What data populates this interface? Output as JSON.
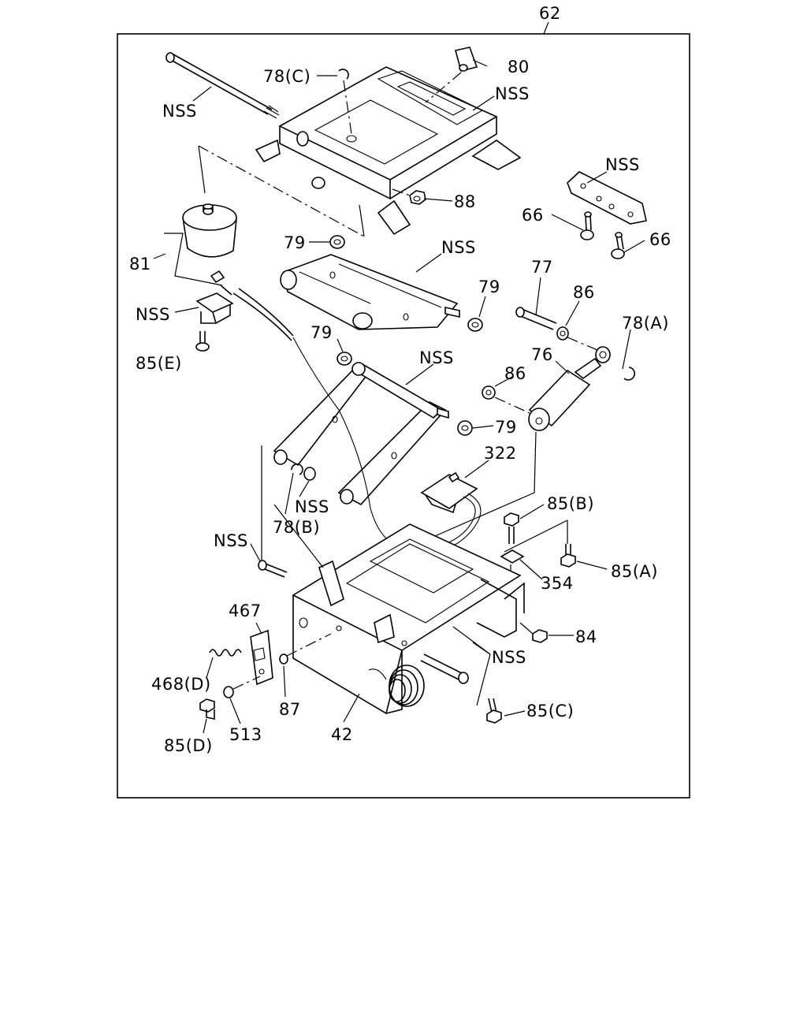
{
  "diagram": {
    "reference": "62",
    "callouts": [
      {
        "id": "nss-seat-rod",
        "text": "NSS"
      },
      {
        "id": "c78c",
        "text": "78(C)"
      },
      {
        "id": "c80",
        "text": "80"
      },
      {
        "id": "nss-upper-frame",
        "text": "NSS"
      },
      {
        "id": "nss-bracket",
        "text": "NSS"
      },
      {
        "id": "c88",
        "text": "88"
      },
      {
        "id": "c66-left",
        "text": "66"
      },
      {
        "id": "c66-right",
        "text": "66"
      },
      {
        "id": "c79-a",
        "text": "79"
      },
      {
        "id": "nss-upper-arm",
        "text": "NSS"
      },
      {
        "id": "c81",
        "text": "81"
      },
      {
        "id": "c79-b",
        "text": "79"
      },
      {
        "id": "c77",
        "text": "77"
      },
      {
        "id": "c86-a",
        "text": "86"
      },
      {
        "id": "c78a",
        "text": "78(A)"
      },
      {
        "id": "nss-clip",
        "text": "NSS"
      },
      {
        "id": "c85e",
        "text": "85(E)"
      },
      {
        "id": "c79-c",
        "text": "79"
      },
      {
        "id": "nss-lower-arm",
        "text": "NSS"
      },
      {
        "id": "c76",
        "text": "76"
      },
      {
        "id": "c86-b",
        "text": "86"
      },
      {
        "id": "c79-d",
        "text": "79"
      },
      {
        "id": "c322",
        "text": "322"
      },
      {
        "id": "nss-bushing",
        "text": "NSS"
      },
      {
        "id": "c78b",
        "text": "78(B)"
      },
      {
        "id": "c85b",
        "text": "85(B)"
      },
      {
        "id": "nss-pin",
        "text": "NSS"
      },
      {
        "id": "c354",
        "text": "354"
      },
      {
        "id": "c85a",
        "text": "85(A)"
      },
      {
        "id": "c467",
        "text": "467"
      },
      {
        "id": "c84",
        "text": "84"
      },
      {
        "id": "nss-shaft",
        "text": "NSS"
      },
      {
        "id": "c468d",
        "text": "468(D)"
      },
      {
        "id": "c87",
        "text": "87"
      },
      {
        "id": "c85c",
        "text": "85(C)"
      },
      {
        "id": "c85d",
        "text": "85(D)"
      },
      {
        "id": "c513",
        "text": "513"
      },
      {
        "id": "c42",
        "text": "42"
      }
    ]
  }
}
